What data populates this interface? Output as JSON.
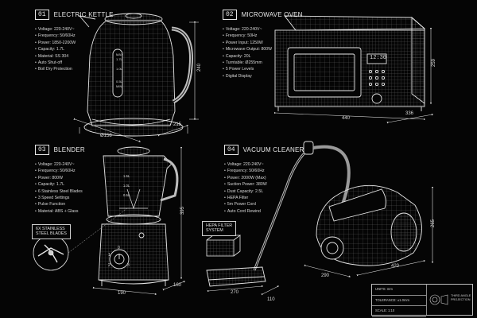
{
  "sections": [
    {
      "num": "01",
      "title": "ELECTRIC KETTLE",
      "specs": [
        "Voltage: 220-240V~",
        "Frequency: 50/60Hz",
        "Power: 1850-2200W",
        "Capacity: 1.7L",
        "Material: SS 304",
        "Auto Shut-off",
        "Boil Dry Protection"
      ]
    },
    {
      "num": "02",
      "title": "MICROWAVE OVEN",
      "specs": [
        "Voltage: 220-240V~",
        "Frequency: 50Hz",
        "Power Input: 1250W",
        "Microwave Output: 800W",
        "Capacity: 20L",
        "Turntable: Ø255mm",
        "5 Power Levels",
        "Digital Display"
      ]
    },
    {
      "num": "03",
      "title": "BLENDER",
      "specs": [
        "Voltage: 220-240V~",
        "Frequency: 50/60Hz",
        "Power: 800W",
        "Capacity: 1.7L",
        "6 Stainless Steel Blades",
        "3 Speed Settings",
        "Pulse Function",
        "Material: ABS + Glass"
      ]
    },
    {
      "num": "04",
      "title": "VACUUM CLEANER",
      "specs": [
        "Voltage: 220-240V~",
        "Frequency: 50/60Hz",
        "Power: 2000W (Max)",
        "Suction Power: 380W",
        "Dust Capacity: 2.5L",
        "HEPA Filter",
        "5m Power Cord",
        "Auto Cord Rewind"
      ]
    }
  ],
  "dimensions": {
    "kettle_height": "240",
    "kettle_diameter": "Ø158",
    "kettle_depth": "215",
    "micro_width": "440",
    "micro_height": "259",
    "micro_depth": "336",
    "blender_height": "395",
    "blender_width": "190",
    "blender_depth": "160",
    "vac_height": "265",
    "vac_width": "290",
    "vac_depth": "420",
    "nozzle_width": "270",
    "nozzle_depth": "110"
  },
  "kettle_marks": [
    "MAX",
    "1.7L",
    "1.0L",
    "0.5L",
    "MIN"
  ],
  "blender_marks": [
    "1.5L",
    "1.0L",
    "0.5L"
  ],
  "blender_speeds": [
    "0",
    "1",
    "2",
    "3"
  ],
  "micro_time": "12:30",
  "callouts": {
    "blades": [
      "6X STAINLESS",
      "STEEL BLADES"
    ],
    "hepa": [
      "HEPA FILTER",
      "SYSTEM"
    ]
  },
  "title_block": {
    "units": "UNITS: mm",
    "tolerance": "TOLERANCE: ±1.0mm",
    "scale": "SCALE: 1:10",
    "projection": [
      "THIRD ANGLE",
      "PROJECTION"
    ]
  },
  "colors": {
    "background": "#050505",
    "line": "#e6e6e6",
    "wire": "#8a8a8a"
  }
}
